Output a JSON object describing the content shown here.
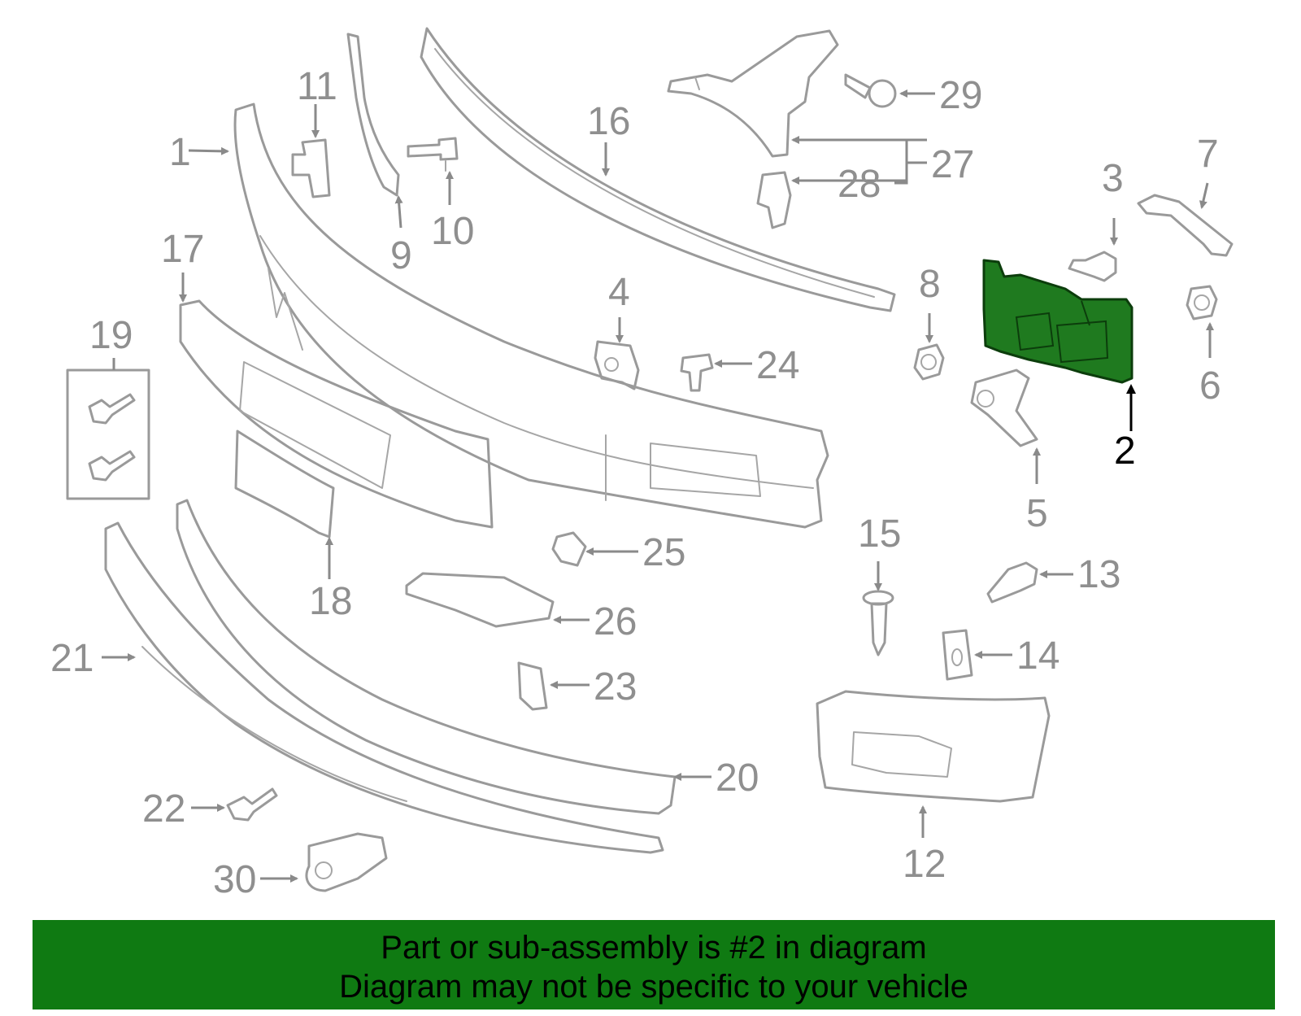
{
  "diagram": {
    "highlighted_part": "2",
    "callouts": [
      "1",
      "2",
      "3",
      "4",
      "5",
      "6",
      "7",
      "8",
      "9",
      "10",
      "11",
      "12",
      "13",
      "14",
      "15",
      "16",
      "17",
      "18",
      "19",
      "20",
      "21",
      "22",
      "23",
      "24",
      "25",
      "26",
      "27",
      "28",
      "29",
      "30"
    ]
  },
  "banner": {
    "line1": "Part or sub-assembly is #2 in diagram",
    "line2": "Diagram may not be specific to your vehicle"
  },
  "colors": {
    "highlight": "#1f7a1f",
    "banner": "#0f7a12",
    "parts": "#9a9a9a"
  }
}
